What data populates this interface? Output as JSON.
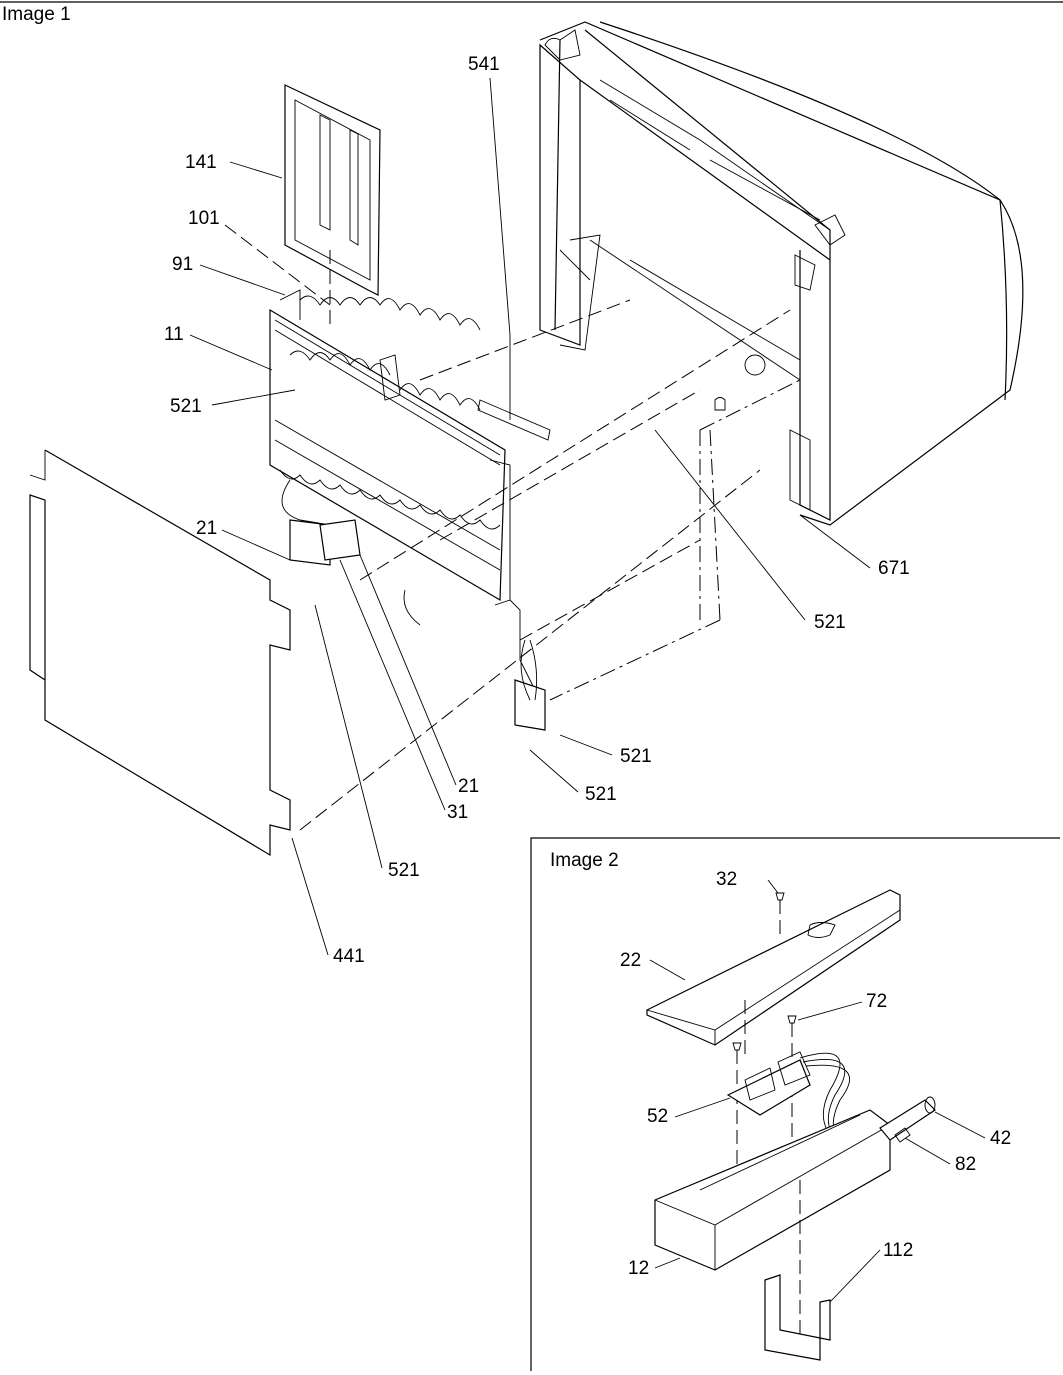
{
  "image1": {
    "title": "Image 1",
    "labels": {
      "l141": "141",
      "l101": "101",
      "l91": "91",
      "l11": "11",
      "l521_a": "521",
      "l541": "541",
      "l21_a": "21",
      "l671": "671",
      "l521_b": "521",
      "l521_c": "521",
      "l521_d": "521",
      "l21_b": "21",
      "l31": "31",
      "l521_e": "521",
      "l441": "441"
    }
  },
  "image2": {
    "title": "Image 2",
    "labels": {
      "l32": "32",
      "l22": "22",
      "l72": "72",
      "l52": "52",
      "l42": "42",
      "l82": "82",
      "l12": "12",
      "l112": "112"
    }
  }
}
